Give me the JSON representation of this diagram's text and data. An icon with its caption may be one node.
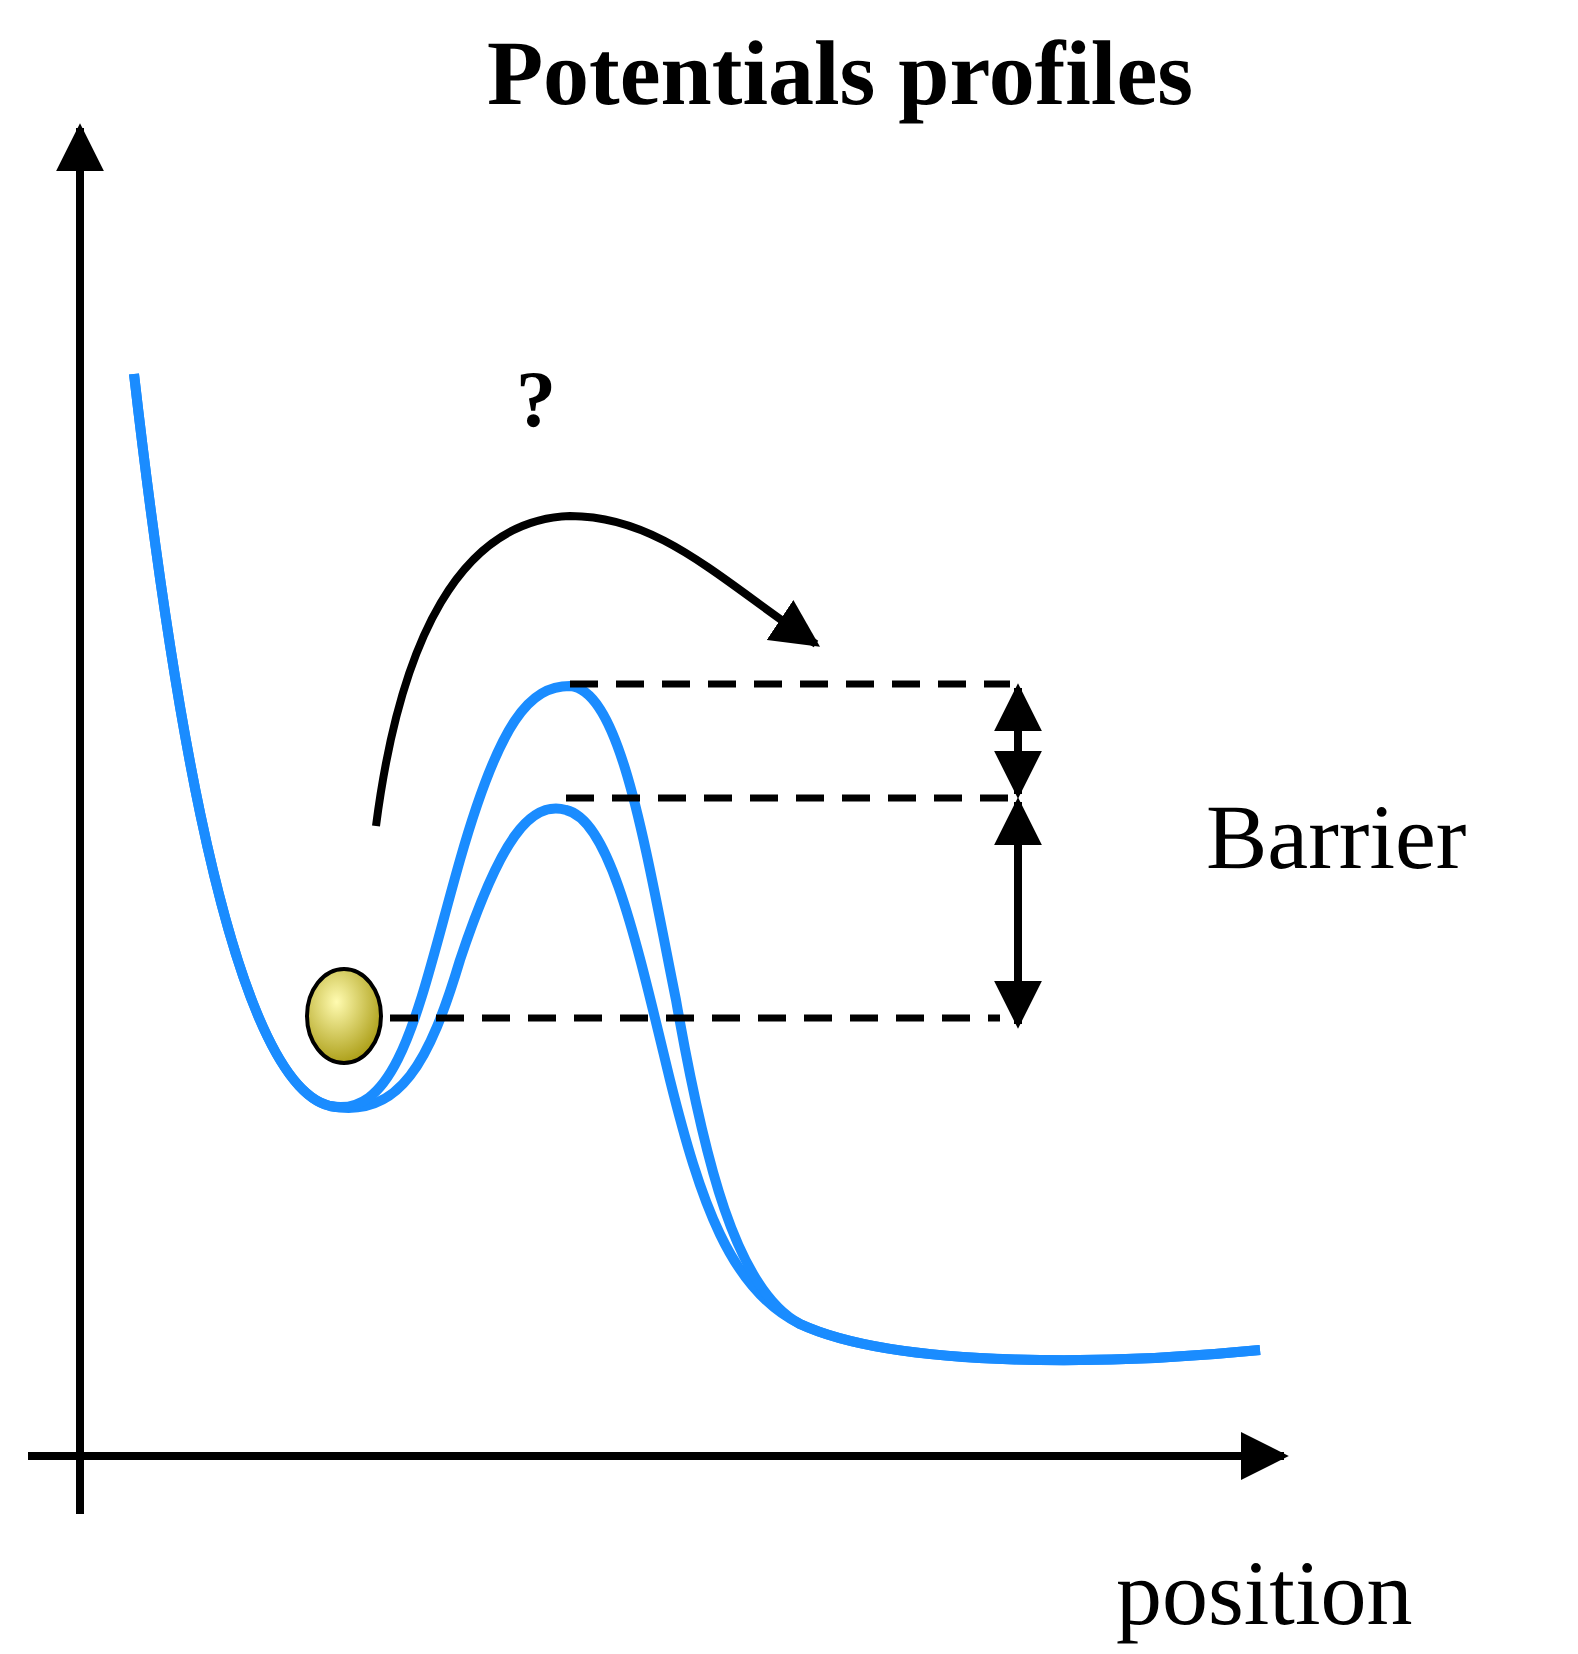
{
  "diagram": {
    "title": "Potentials profiles",
    "nodes": [
      {
        "text": [],
        "shape": "circle"
      }
    ],
    "labels": [
      "?",
      "Barrier",
      "position"
    ]
  }
}
